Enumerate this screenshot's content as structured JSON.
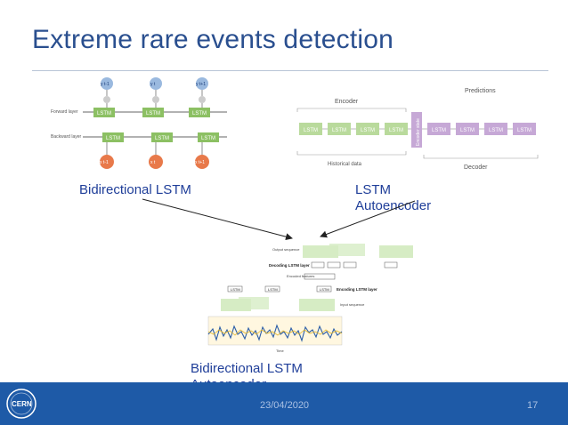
{
  "slide": {
    "title": "Extreme rare events detection",
    "caption_left": "Bidirectional LSTM",
    "caption_right_line1": "LSTM",
    "caption_right_line2": "Autoencoder",
    "caption_bottom_line1": "Bidirectional LSTM",
    "caption_bottom_line2": "Autoencoder",
    "date": "23/04/2020",
    "page_number": "17",
    "logo_text": "CERN"
  },
  "bilstm_figure": {
    "lstm_label": "LSTM",
    "forward_layer": "Forward layer",
    "backward_layer": "Backward layer",
    "y_prev": "y t-1",
    "y_cur": "y t",
    "y_next": "y t+1",
    "x_prev": "x t-1",
    "x_cur": "x t",
    "x_next": "x t+1"
  },
  "autoencoder_figure": {
    "encoder": "Encoder",
    "decoder": "Decoder",
    "predictions": "Predictions",
    "historical_data": "Historical data",
    "encoder_state": "Encoder state",
    "lstm": "LSTM"
  },
  "bottom_figure": {
    "decoding_layer": "Decoding LSTM layer",
    "encoding_layer": "Encoding LSTM layer",
    "encoded_features": "Encoded features",
    "input_sequence": "Input sequence",
    "output_sequence": "Output sequence",
    "time": "Time",
    "lstm": "LSTM"
  }
}
